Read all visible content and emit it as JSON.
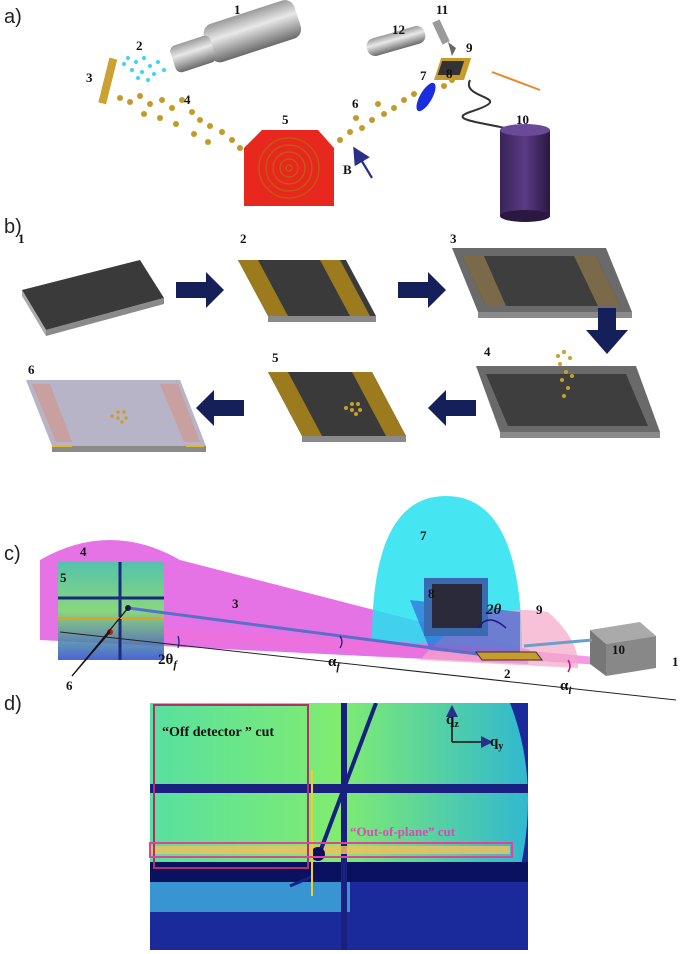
{
  "panels": {
    "a": {
      "label": "a)",
      "numbers": [
        "1",
        "2",
        "3",
        "4",
        "5",
        "6",
        "7",
        "8",
        "9",
        "10",
        "11",
        "12"
      ],
      "field_label": "B"
    },
    "b": {
      "label": "b)",
      "steps": [
        "1",
        "2",
        "3",
        "4",
        "5",
        "6"
      ]
    },
    "c": {
      "label": "c)",
      "numbers": [
        "1",
        "2",
        "3",
        "4",
        "5",
        "6",
        "7",
        "8",
        "9",
        "10"
      ],
      "angle_2theta_f": "2θ",
      "angle_2theta_f_sub": "f",
      "angle_alpha_f": "α",
      "angle_alpha_f_sub": "f",
      "angle_alpha_i": "α",
      "angle_alpha_i_sub": "i",
      "angle_2theta": "2θ"
    },
    "d": {
      "label": "d)",
      "off_detector_cut": "“Off detector ” cut",
      "out_of_plane_cut": "“Out-of-plane” cut",
      "axis_qz": "q",
      "axis_qz_sub": "z",
      "axis_qy": "q",
      "axis_qy_sub": "y"
    }
  },
  "colors": {
    "arrow": "#15205a",
    "gold": "#b8912a",
    "magenta": "#d93ad9",
    "cyan": "#2ee6f0",
    "pink_cut": "#e8409a"
  }
}
